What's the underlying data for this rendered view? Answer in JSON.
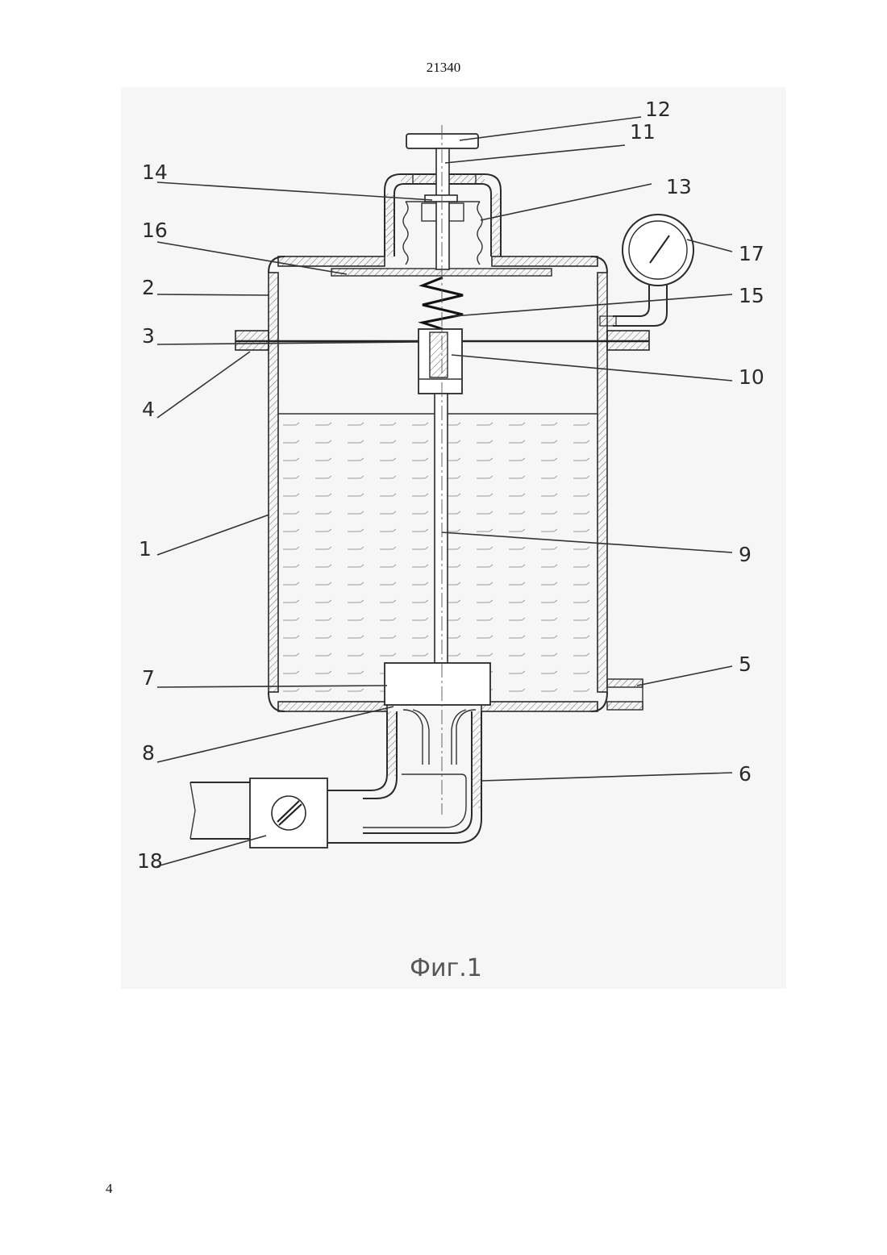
{
  "document": {
    "number": "21340",
    "page": "4"
  },
  "figure": {
    "caption": "Фиг.1",
    "labels": {
      "l1": "1",
      "l2": "2",
      "l3": "3",
      "l4": "4",
      "l5": "5",
      "l6": "6",
      "l7": "7",
      "l8": "8",
      "l9": "9",
      "l10": "10",
      "l11": "11",
      "l12": "12",
      "l13": "13",
      "l14": "14",
      "l15": "15",
      "l16": "16",
      "l17": "17",
      "l18": "18"
    }
  }
}
